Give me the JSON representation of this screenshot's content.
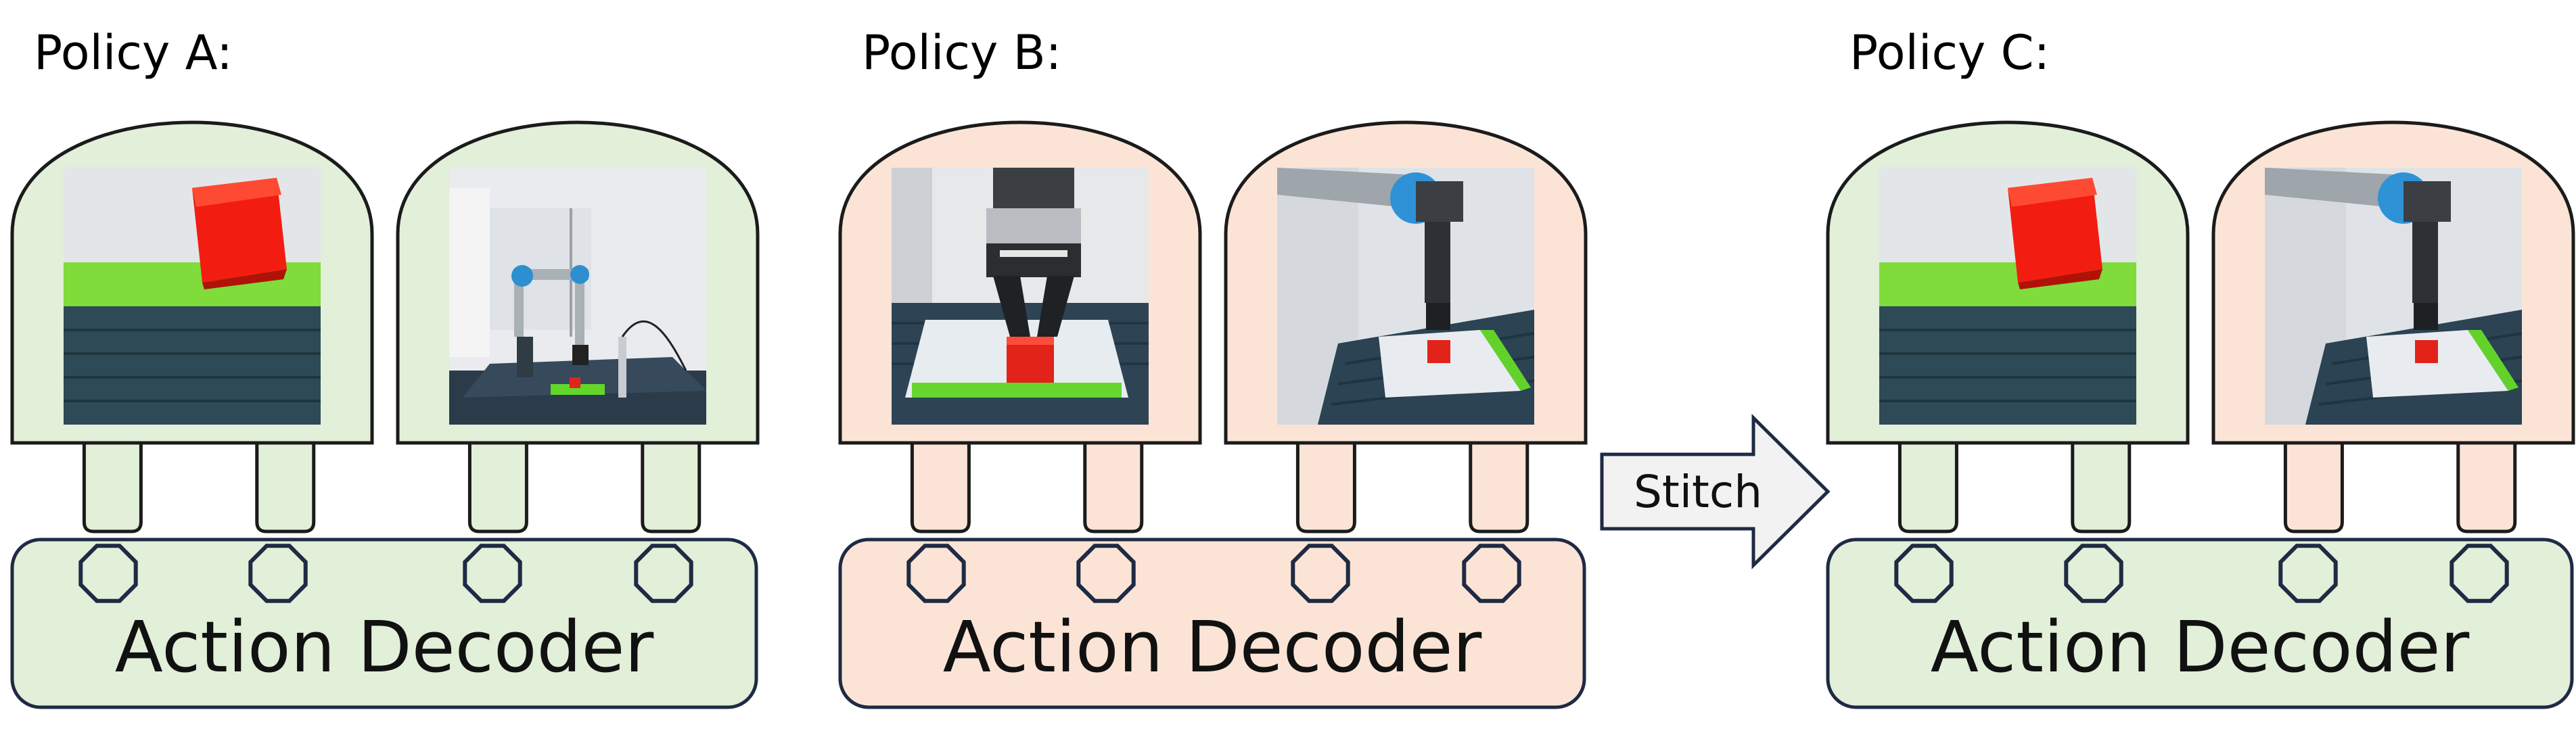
{
  "colors": {
    "green_fill": "#e2efd9",
    "peach_fill": "#fbe4d6",
    "arrow_fill": "#f2f2f2",
    "outline": "#1b1b1b",
    "decoder_outline": "#1f2a44"
  },
  "policies": [
    {
      "title": "Policy A:",
      "decoder_label": "Action Decoder",
      "encoder_colors": [
        "green",
        "green"
      ],
      "decoder_color": "green",
      "images": [
        "wrist-camera-red-cube",
        "third-person-robot-arm-scene"
      ]
    },
    {
      "title": "Policy B:",
      "decoder_label": "Action Decoder",
      "encoder_colors": [
        "peach",
        "peach"
      ],
      "decoder_color": "peach",
      "images": [
        "gripper-closeup-red-cube",
        "robot-arm-over-table"
      ]
    },
    {
      "title": "Policy C:",
      "decoder_label": "Action Decoder",
      "encoder_colors": [
        "green",
        "peach"
      ],
      "decoder_color": "green",
      "images": [
        "wrist-camera-red-cube",
        "robot-arm-over-table"
      ]
    }
  ],
  "stitch": {
    "label": "Stitch"
  }
}
